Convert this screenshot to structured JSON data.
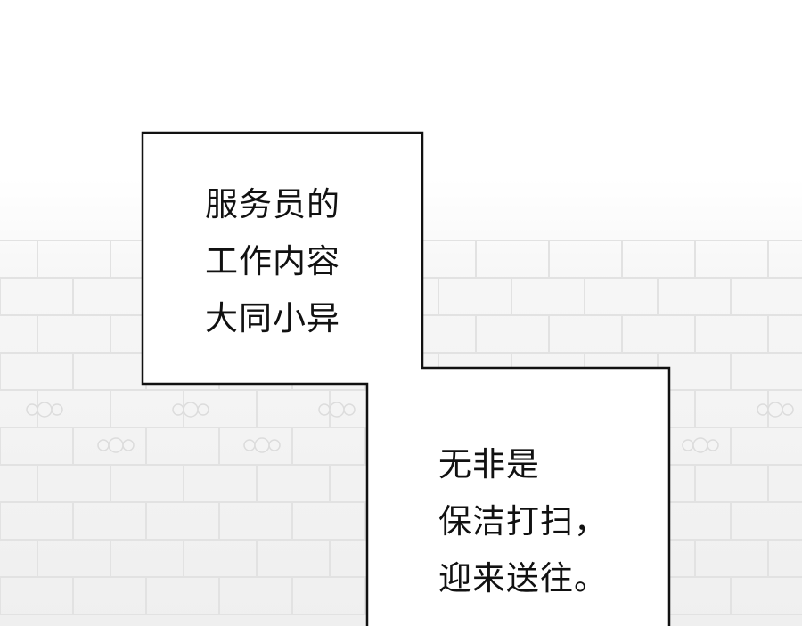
{
  "captions": [
    {
      "lines": [
        "服务员的",
        "工作内容",
        "大同小异"
      ]
    },
    {
      "lines": [
        "无非是",
        "保洁打扫，",
        "迎来送往。"
      ]
    }
  ],
  "colors": {
    "background": "#ffffff",
    "tile_line": "#e2e2e2",
    "panel_border": "#111111",
    "text": "#111111"
  }
}
